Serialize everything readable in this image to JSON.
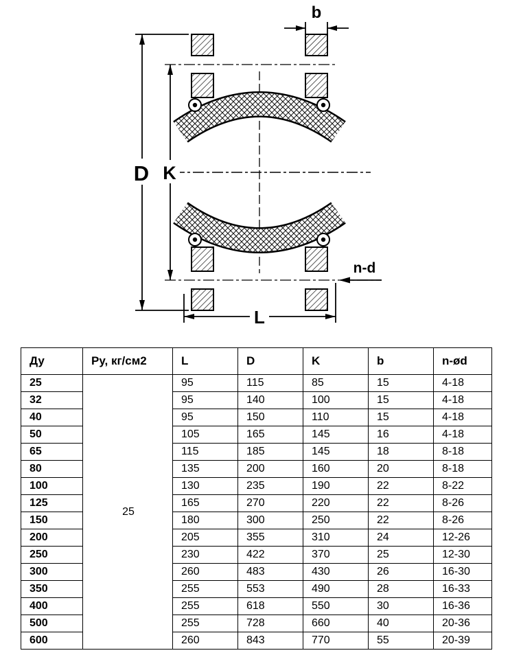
{
  "drawing": {
    "dim_labels": {
      "b": "b",
      "D": "D",
      "K": "K",
      "L": "L",
      "n_d": "n-d"
    }
  },
  "table": {
    "headers": [
      "Ду",
      "Ру, кг/см2",
      "L",
      "D",
      "K",
      "b",
      "n-ød"
    ],
    "pressure_value": "25",
    "rows": [
      [
        "25",
        "95",
        "115",
        "85",
        "15",
        "4-18"
      ],
      [
        "32",
        "95",
        "140",
        "100",
        "15",
        "4-18"
      ],
      [
        "40",
        "95",
        "150",
        "110",
        "15",
        "4-18"
      ],
      [
        "50",
        "105",
        "165",
        "145",
        "16",
        "4-18"
      ],
      [
        "65",
        "115",
        "185",
        "145",
        "18",
        "8-18"
      ],
      [
        "80",
        "135",
        "200",
        "160",
        "20",
        "8-18"
      ],
      [
        "100",
        "130",
        "235",
        "190",
        "22",
        "8-22"
      ],
      [
        "125",
        "165",
        "270",
        "220",
        "22",
        "8-26"
      ],
      [
        "150",
        "180",
        "300",
        "250",
        "22",
        "8-26"
      ],
      [
        "200",
        "205",
        "355",
        "310",
        "24",
        "12-26"
      ],
      [
        "250",
        "230",
        "422",
        "370",
        "25",
        "12-30"
      ],
      [
        "300",
        "260",
        "483",
        "430",
        "26",
        "16-30"
      ],
      [
        "350",
        "255",
        "553",
        "490",
        "28",
        "16-33"
      ],
      [
        "400",
        "255",
        "618",
        "550",
        "30",
        "16-36"
      ],
      [
        "500",
        "255",
        "728",
        "660",
        "40",
        "20-36"
      ],
      [
        "600",
        "260",
        "843",
        "770",
        "55",
        "20-39"
      ]
    ]
  }
}
